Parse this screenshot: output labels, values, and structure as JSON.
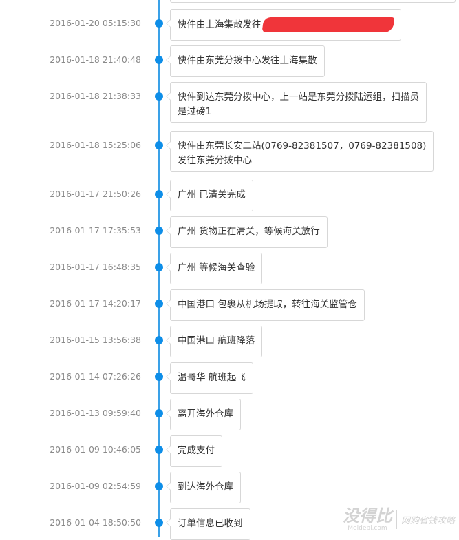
{
  "events": [
    {
      "time": "2016-01-20 05:15:30",
      "text": "快件由上海集散发往",
      "redacted": true
    },
    {
      "time": "2016-01-18 21:40:48",
      "text": "快件由东莞分拨中心发往上海集散"
    },
    {
      "time": "2016-01-18 21:38:33",
      "text": "快件到达东莞分拨中心，上一站是东莞分拨陆运组，扫描员\n是过磅1"
    },
    {
      "time": "2016-01-18 15:25:06",
      "text": "快件由东莞长安二站(0769-82381507，0769-82381508)\n发往东莞分拨中心"
    },
    {
      "time": "2016-01-17 21:50:26",
      "text": "广州 已清关完成"
    },
    {
      "time": "2016-01-17 17:35:53",
      "text": "广州 货物正在清关，等候海关放行"
    },
    {
      "time": "2016-01-17 16:48:35",
      "text": "广州 等候海关查验"
    },
    {
      "time": "2016-01-17 14:20:17",
      "text": "中国港口 包裹从机场提取，转往海关监管仓"
    },
    {
      "time": "2016-01-15 13:56:38",
      "text": "中国港口 航班降落"
    },
    {
      "time": "2016-01-14 07:26:26",
      "text": "温哥华 航班起飞"
    },
    {
      "time": "2016-01-13 09:59:40",
      "text": "离开海外仓库"
    },
    {
      "time": "2016-01-09 10:46:05",
      "text": "完成支付"
    },
    {
      "time": "2016-01-09 02:54:59",
      "text": "到达海外仓库"
    },
    {
      "time": "2016-01-04 18:50:50",
      "text": "订单信息已收到"
    }
  ],
  "watermark": {
    "title": "没得比",
    "subtitle": "Meidebi.com",
    "slogan": "网购省钱攻略"
  },
  "colors": {
    "timeline_line": "#3aa1e8",
    "dot": "#0e8ee8",
    "redaction": "#f0353a"
  }
}
